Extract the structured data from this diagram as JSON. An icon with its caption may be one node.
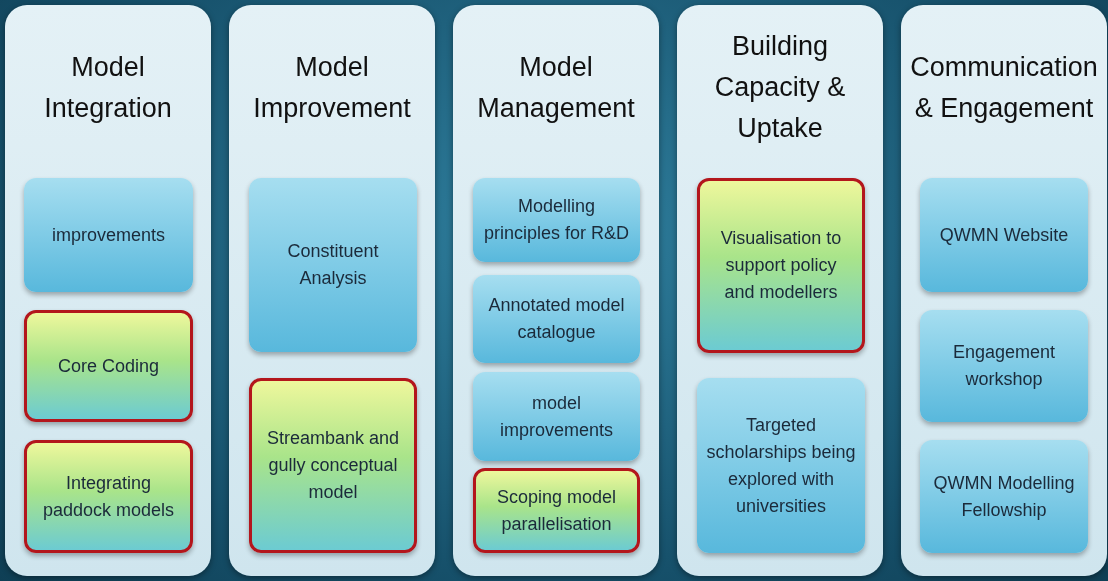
{
  "diagram": {
    "nodes": [
      {
        "text": [
          "Model Integration"
        ]
      },
      {
        "text": [
          "improvements"
        ],
        "in": 0
      },
      {
        "text": [
          "Core Coding"
        ],
        "in": 0
      },
      {
        "text": [
          "Integrating paddock models"
        ],
        "in": 0
      },
      {
        "text": [
          "Model Improvement"
        ]
      },
      {
        "text": [
          "Constituent Analysis"
        ],
        "in": 4
      },
      {
        "text": [
          "Streambank and gully conceptual model"
        ],
        "in": 4
      },
      {
        "text": [
          "Model Management"
        ]
      },
      {
        "text": [
          "Modelling principles for R&D"
        ],
        "in": 7
      },
      {
        "text": [
          "Annotated model catalogue"
        ],
        "in": 7
      },
      {
        "text": [
          "model improvements"
        ],
        "in": 7
      },
      {
        "text": [
          "Scoping model parallelisation"
        ],
        "in": 7
      },
      {
        "text": [
          "Building Capacity & Uptake"
        ]
      },
      {
        "text": [
          "Visualisation to support policy and modellers"
        ],
        "in": 12
      },
      {
        "text": [
          "Targeted scholarships being explored with universities"
        ],
        "in": 12
      },
      {
        "text": [
          "Communication & Engagement"
        ]
      },
      {
        "text": [
          "QWMN Website"
        ],
        "in": 15
      },
      {
        "text": [
          "Engagement workshop"
        ],
        "in": 15
      },
      {
        "text": [
          "QWMN Modelling Fellowship"
        ],
        "in": 15
      }
    ]
  }
}
